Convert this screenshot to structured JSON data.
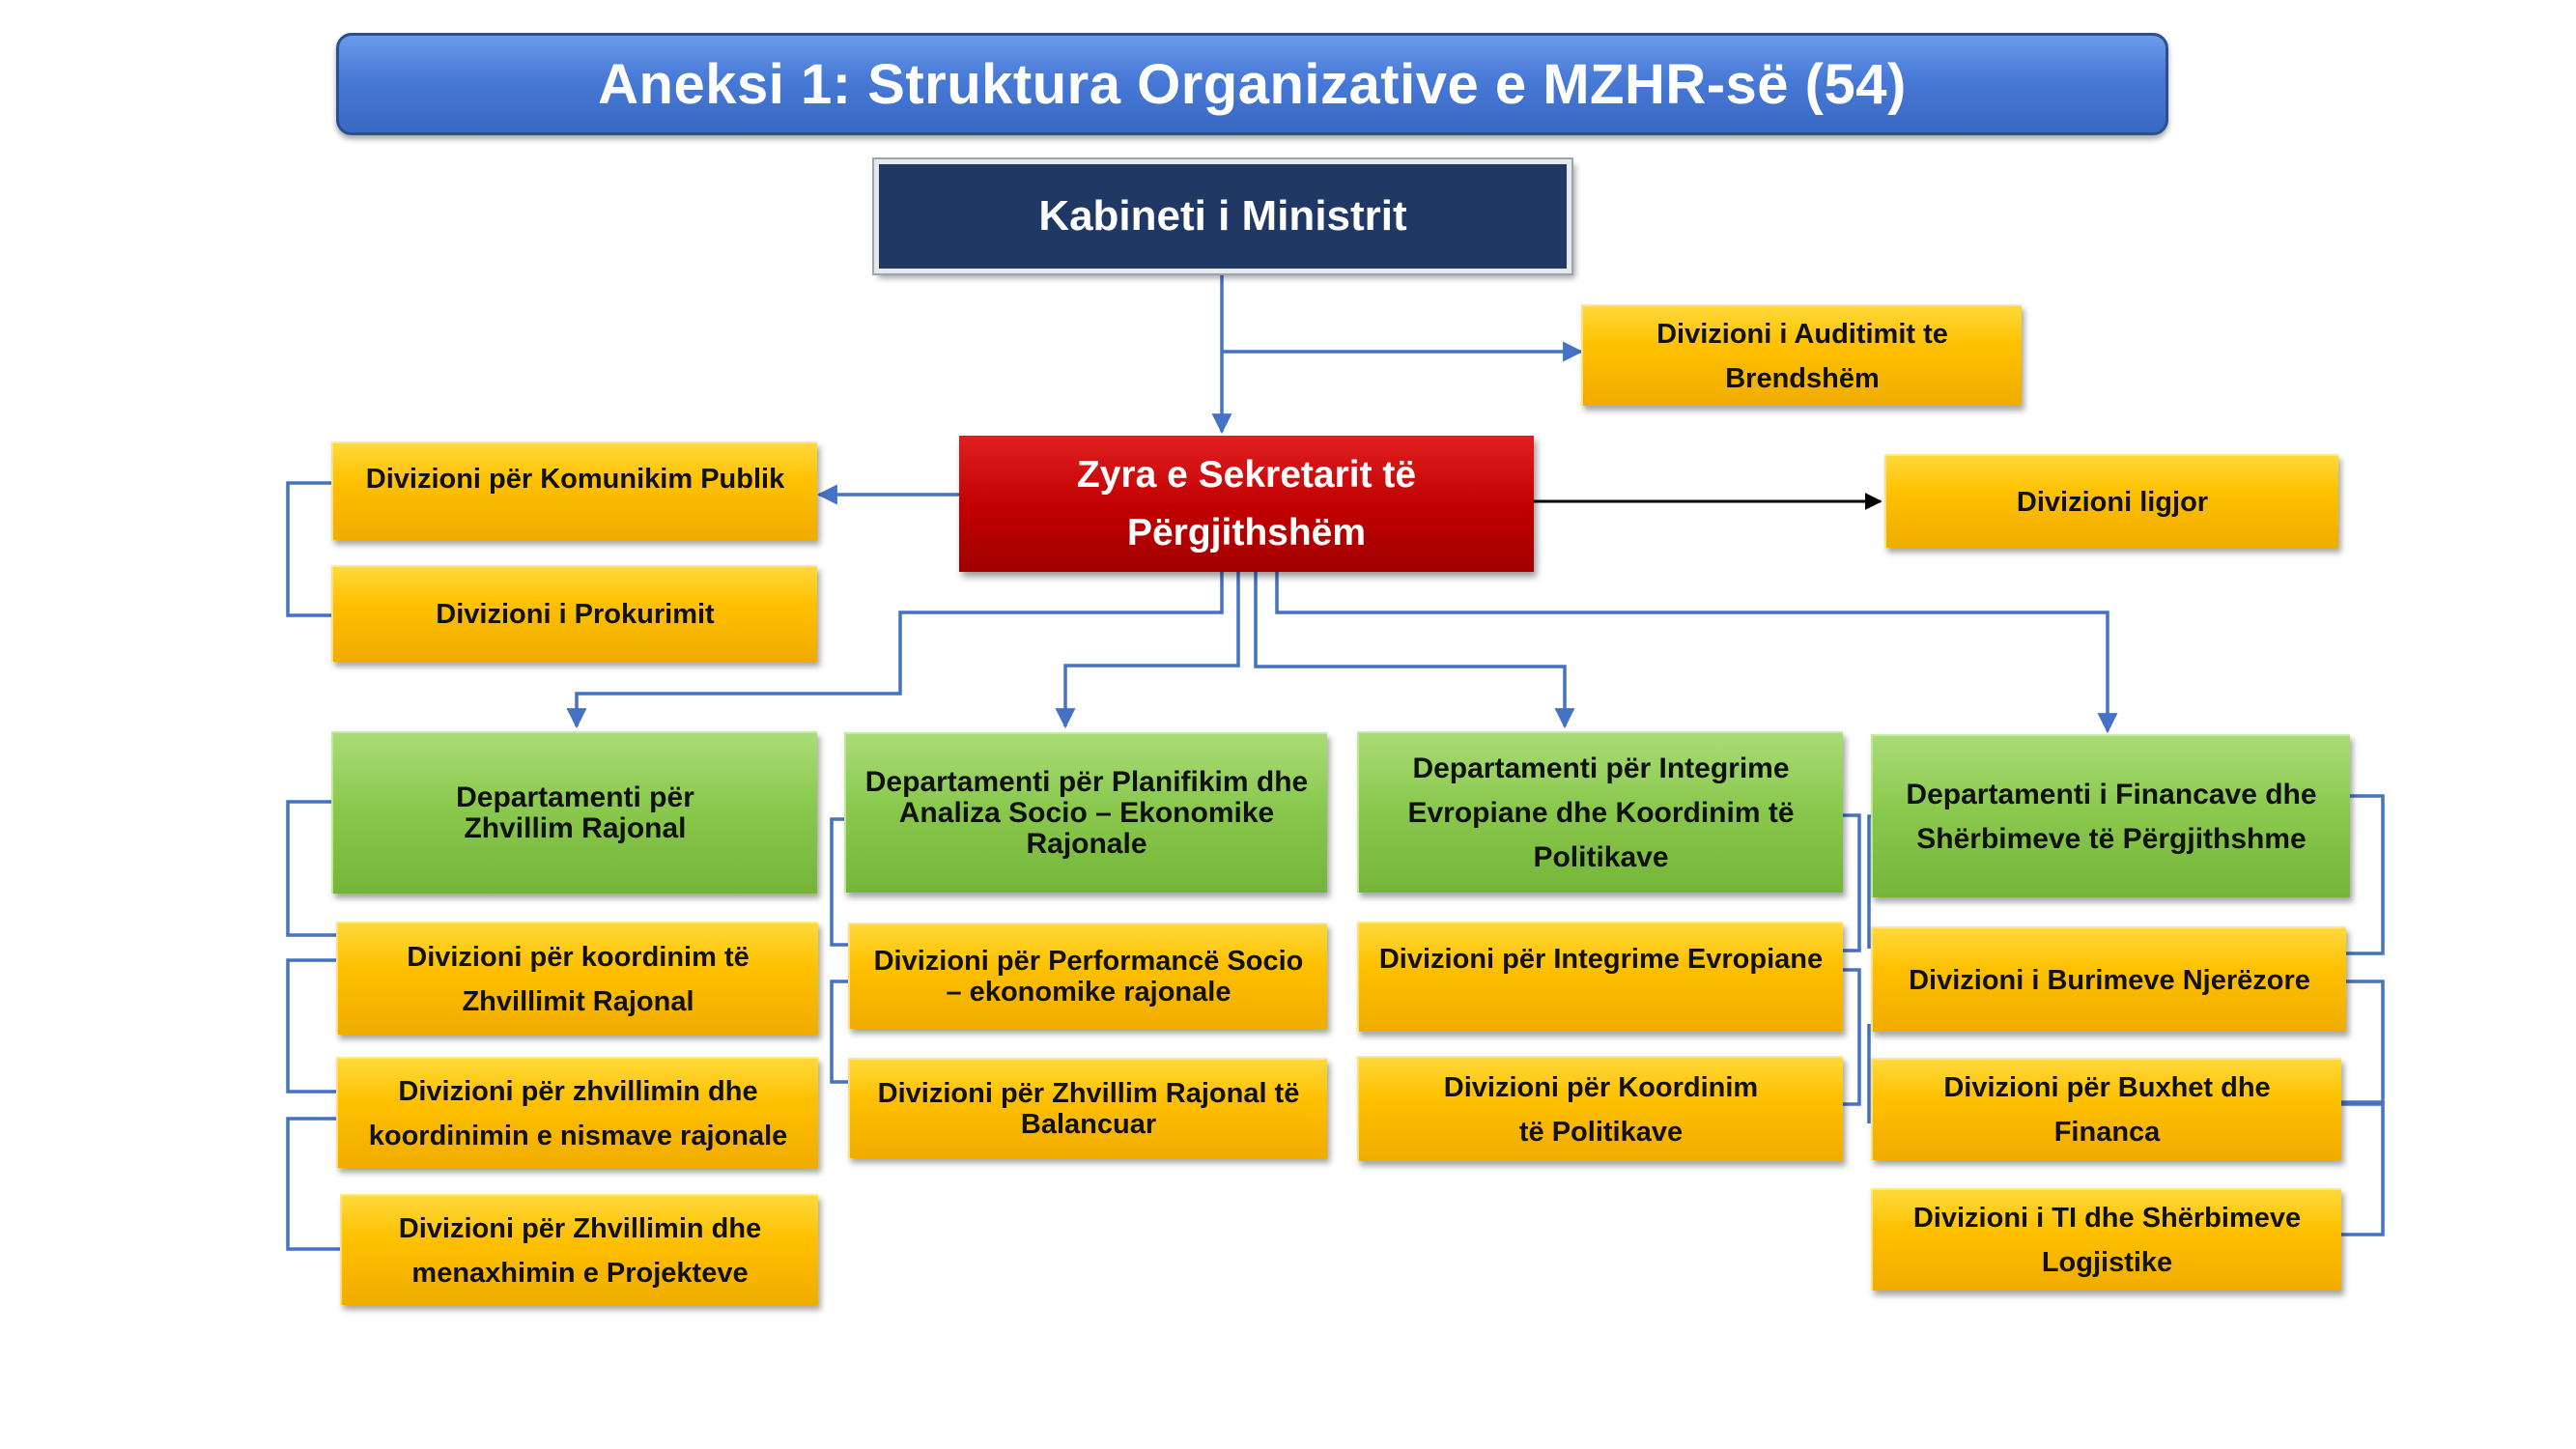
{
  "title": "Aneksi 1:  Struktura Organizative e MZHR-së (54)",
  "cabinet": "Kabineti i Ministrit",
  "secretary": {
    "line1": "Zyra e Sekretarit të",
    "line2": "Përgjithshëm"
  },
  "audit": {
    "line1": "Divizioni i Auditimit te",
    "line2": "Brendshëm"
  },
  "legal": "Divizioni ligjor",
  "communication": "Divizioni për Komunikim Publik",
  "procurement": "Divizioni i Prokurimit",
  "departments": [
    {
      "title_lines": [
        "Departamenti për",
        "Zhvillim Rajonal"
      ],
      "divisions": [
        [
          "Divizioni për koordinim të",
          "Zhvillimit Rajonal"
        ],
        [
          "Divizioni për zhvillimin dhe",
          "koordinimin e nismave rajonale"
        ],
        [
          "Divizioni për Zhvillimin dhe",
          "menaxhimin e Projekteve"
        ]
      ]
    },
    {
      "title_lines": [
        "Departamenti për Planifikim dhe",
        "Analiza  Socio – Ekonomike",
        "Rajonale"
      ],
      "divisions": [
        [
          "Divizioni për Performancë Socio",
          "– ekonomike  rajonale"
        ],
        [
          "Divizioni për Zhvillim Rajonal të",
          "Balancuar"
        ]
      ]
    },
    {
      "title_lines": [
        "Departamenti për Integrime",
        "Evropiane dhe Koordinim të",
        "Politikave"
      ],
      "divisions": [
        [
          "Divizioni për Integrime Evropiane"
        ],
        [
          "Divizioni për Koordinim",
          "të Politikave"
        ]
      ]
    },
    {
      "title_lines": [
        "Departamenti i Financave dhe",
        "Shërbimeve të Përgjithshme"
      ],
      "divisions": [
        [
          "Divizioni i Burimeve Njerëzore"
        ],
        [
          "Divizioni për Buxhet dhe",
          "Financa"
        ],
        [
          "Divizioni i TI dhe Shërbimeve",
          "Logjistike"
        ]
      ]
    }
  ],
  "colors": {
    "title_bar": "#4779d6",
    "cabinet": "#1f3864",
    "secretary": "#c00000",
    "division": "#ffc000",
    "department": "#8bc94e",
    "connector": "#4472c4"
  }
}
